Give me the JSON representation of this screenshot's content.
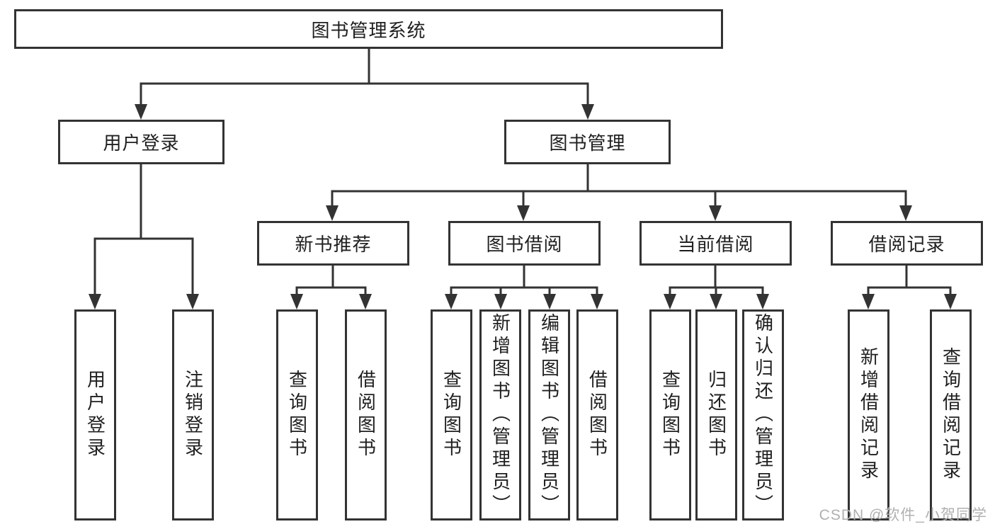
{
  "colors": {
    "line": "#333333",
    "box_border": "#333333",
    "text": "#1f1f1f",
    "background": "#ffffff",
    "watermark": "#b0b0b0"
  },
  "watermark": {
    "text": "CSDN @软件_小贺同学"
  },
  "tree": {
    "label": "图书管理系统",
    "children": [
      {
        "label": "用户登录",
        "children": [
          {
            "label": "用户登录"
          },
          {
            "label": "注销登录"
          }
        ]
      },
      {
        "label": "图书管理",
        "children": [
          {
            "label": "新书推荐",
            "children": [
              {
                "label": "查询图书"
              },
              {
                "label": "借阅图书"
              }
            ]
          },
          {
            "label": "图书借阅",
            "children": [
              {
                "label": "查询图书"
              },
              {
                "label": "新增图书（管理员）"
              },
              {
                "label": "编辑图书（管理员）"
              },
              {
                "label": "借阅图书"
              }
            ]
          },
          {
            "label": "当前借阅",
            "children": [
              {
                "label": "查询图书"
              },
              {
                "label": "归还图书"
              },
              {
                "label": "确认归还（管理员）"
              }
            ]
          },
          {
            "label": "借阅记录",
            "children": [
              {
                "label": "新增借阅记录"
              },
              {
                "label": "查询借阅记录"
              }
            ]
          }
        ]
      }
    ]
  }
}
